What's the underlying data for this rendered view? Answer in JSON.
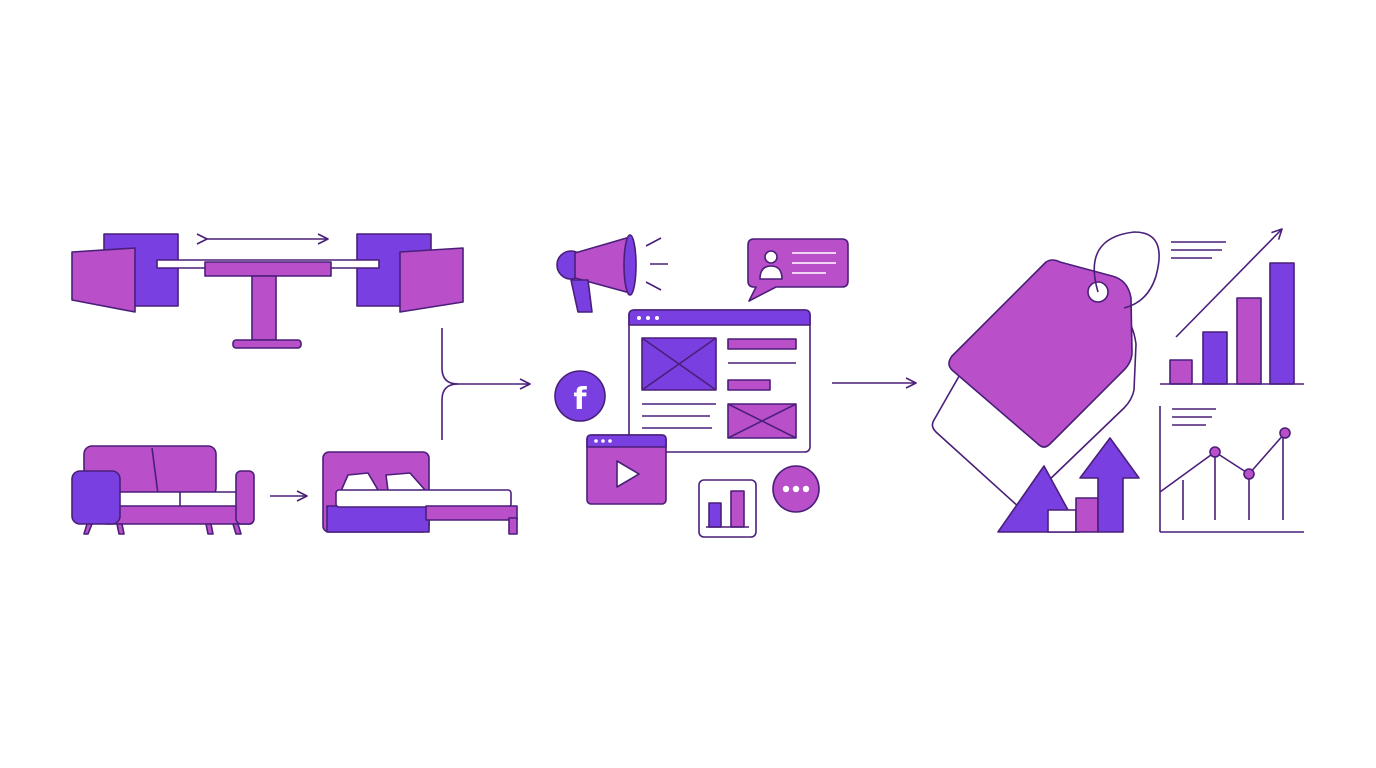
{
  "colors": {
    "primary": "#b94fc9",
    "accent": "#7a3fe0",
    "outline": "#4a1f7a",
    "background": "#ffffff"
  },
  "icons": {
    "facebook_glyph": "f"
  },
  "stages": [
    {
      "name": "furniture",
      "icons": [
        "expandable-table-icon",
        "sofa-icon",
        "sofa-bed-icon"
      ]
    },
    {
      "name": "marketing",
      "icons": [
        "megaphone-icon",
        "profile-card-icon",
        "webpage-icon",
        "facebook-icon",
        "video-player-icon",
        "bar-chart-icon",
        "chat-bubble-icon"
      ]
    },
    {
      "name": "results",
      "icons": [
        "price-tag-icon",
        "growth-arrow-icon",
        "rising-bar-chart-icon",
        "line-chart-icon"
      ]
    }
  ]
}
